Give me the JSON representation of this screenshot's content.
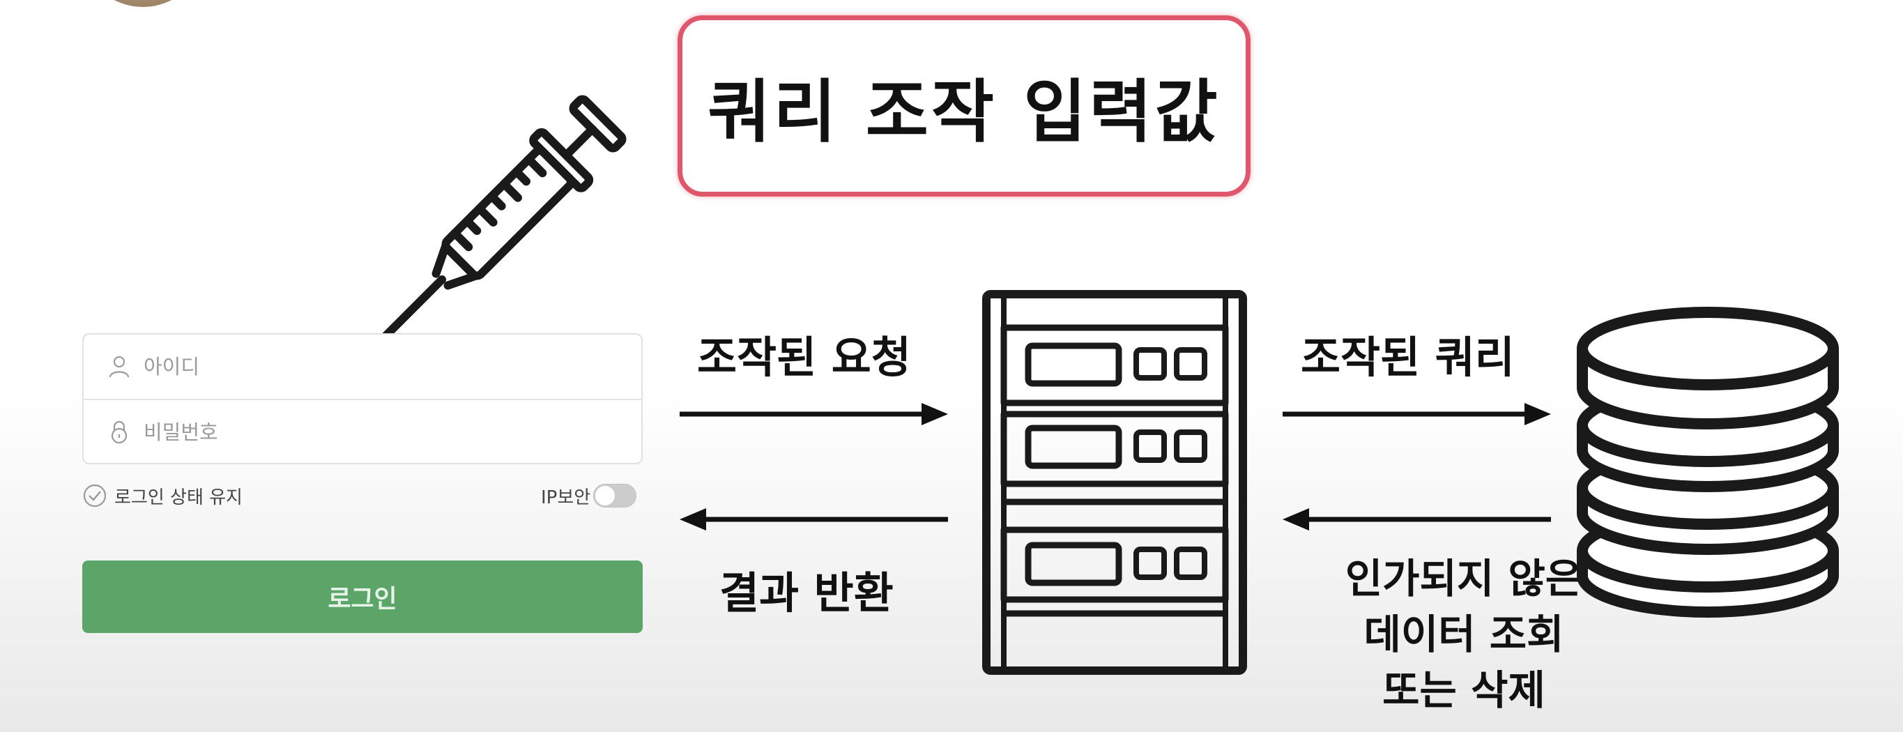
{
  "title": "쿼리 조작 입력값",
  "login": {
    "id_placeholder": "아이디",
    "pw_placeholder": "비밀번호",
    "keep_login": "로그인 상태 유지",
    "ip_security": "IP보안",
    "ip_security_enabled": false,
    "login_button": "로그인",
    "login_button_color": "#5aa567"
  },
  "labels": {
    "manipulated_request": "조작된 요청",
    "result_return": "결과 반환",
    "manipulated_query": "조작된 쿼리",
    "unauthorized_line1": "인가되지 않은",
    "unauthorized_line2": "데이터 조회",
    "unauthorized_line3": "또는 삭제"
  },
  "icons": [
    "syringe-icon",
    "server-rack-icon",
    "database-icon",
    "user-icon",
    "lock-icon",
    "check-circle-icon"
  ],
  "colors": {
    "title_border": "#e0566a",
    "ink": "#111111"
  }
}
